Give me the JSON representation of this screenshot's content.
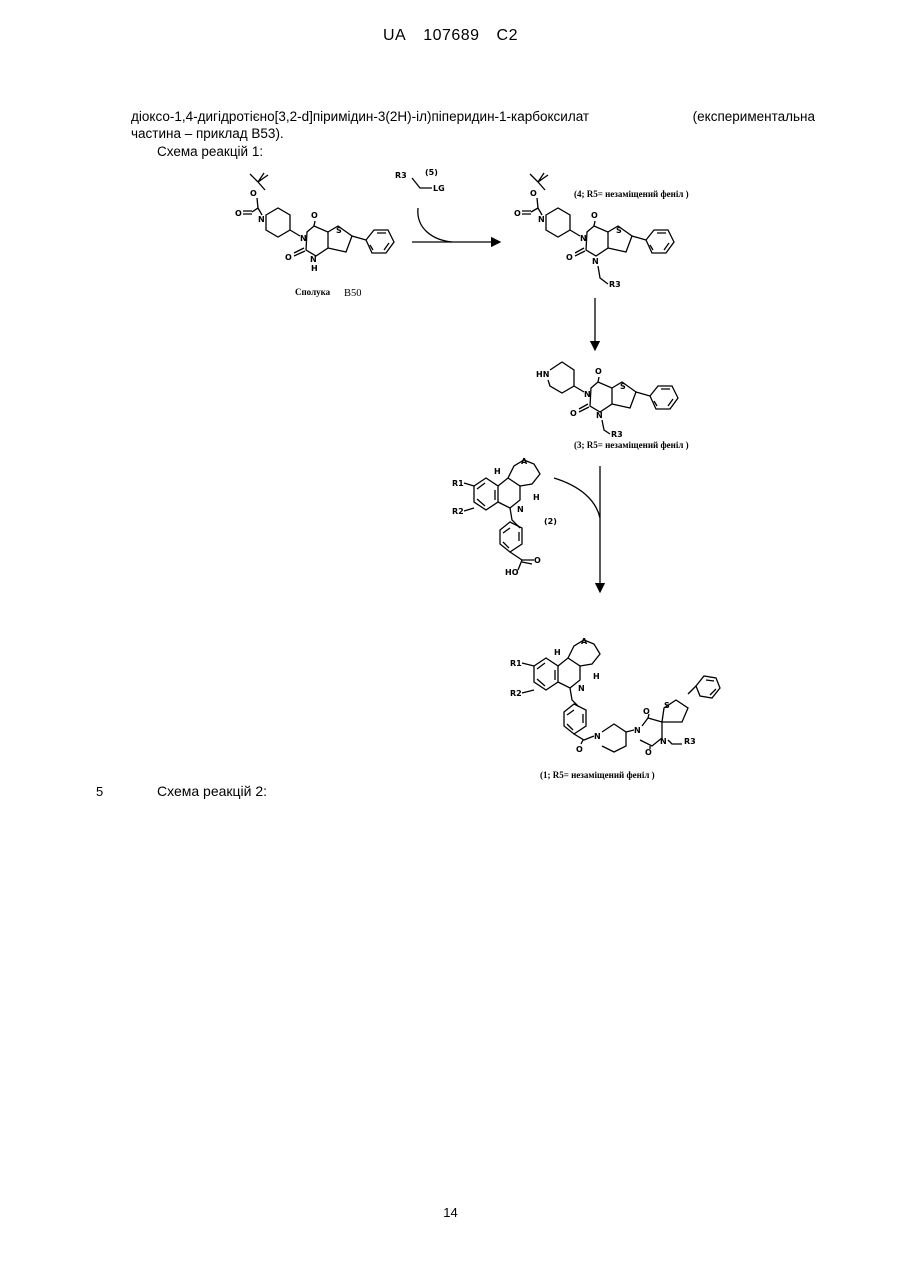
{
  "header": {
    "country": "UA",
    "number": "107689",
    "kind": "C2"
  },
  "text": {
    "line1_left": "діоксо-1,4-дигідротієно[3,2-d]піримідин-3(2H)-іл)піперидин-1-карбоксилат",
    "line1_right": "(експериментальна",
    "line2": "частина – приклад B53).",
    "scheme1": "Схема реакцій 1:",
    "line_number": "5",
    "scheme2": "Схема реакцій 2:"
  },
  "scheme": {
    "compound_b50": "Сполука",
    "compound_b50_code": "B50",
    "reagent_r3": "R3",
    "reagent_num": "(5)",
    "reagent_lg": "LG",
    "label_4": "(4; R5= незаміщений феніл )",
    "label_3": "(3; R5= незаміщений феніл )",
    "label_2": "(2)",
    "label_1": "(1; R5= незаміщений феніл )",
    "atoms": {
      "O": "O",
      "N": "N",
      "H": "H",
      "S": "S",
      "HN": "HN",
      "HO": "HO",
      "A": "A",
      "R1": "R1",
      "R2": "R2",
      "R3": "R3"
    }
  },
  "page_number": "14"
}
